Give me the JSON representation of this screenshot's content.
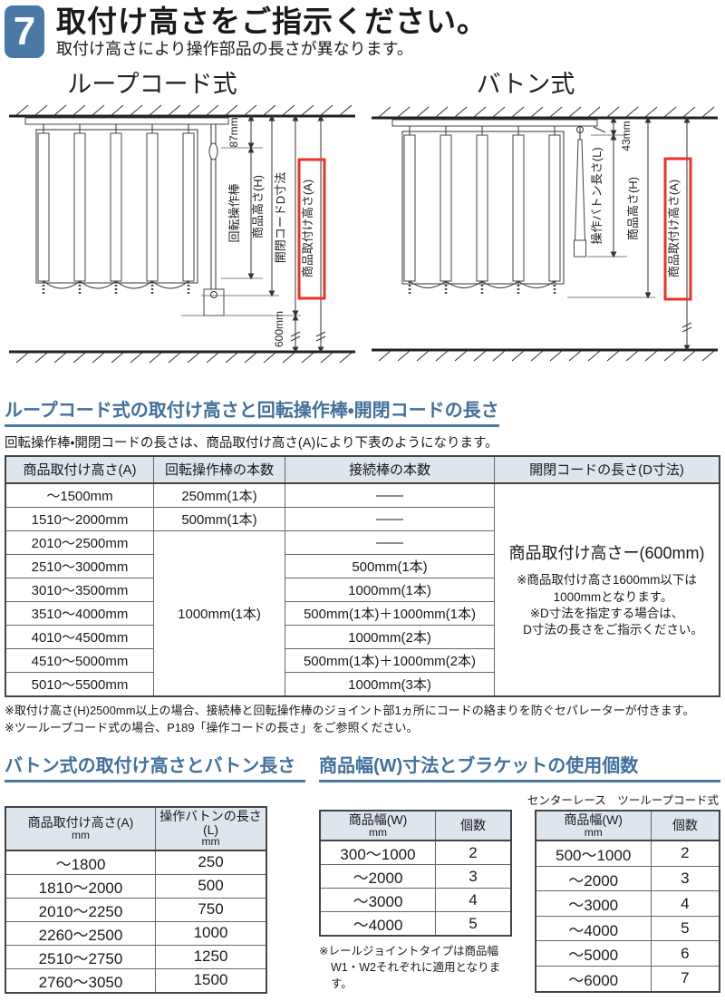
{
  "header": {
    "step_number": "7",
    "title": "取付け高さをご指示ください。",
    "subtitle": "取付け高さにより操作部品の長さが異なります。"
  },
  "colors": {
    "accent_blue": "#4b79a6",
    "heading_blue": "#41719c",
    "table_header_bg": "#dde5ed",
    "highlight_red": "#e8342b"
  },
  "diagrams": {
    "loop_cord": {
      "title": "ループコード式",
      "labels": {
        "top_offset": "87mm",
        "rod": "回転操作棒",
        "product_height": "商品高さ(H)",
        "cord_d": "開閉コードD寸法",
        "install_height": "商品取付け高さ(A)",
        "bottom_offset": "600mm"
      }
    },
    "baton": {
      "title": "バトン式",
      "labels": {
        "top_offset": "43mm",
        "baton_length": "操作バトン長さ(L)",
        "product_height": "商品高さ(H)",
        "install_height": "商品取付け高さ(A)"
      }
    }
  },
  "section_loop": {
    "heading": "ループコード式の取付け高さと回転操作棒・開閉コードの長さ",
    "intro": "回転操作棒・開閉コードの長さは、商品取付け高さ(A)により下表のようになります。",
    "table": {
      "headers": [
        "商品取付け高さ(A)",
        "回転操作棒の本数",
        "接続棒の本数",
        "開閉コードの長さ(D寸法)"
      ],
      "rod_merged": "1000mm(1本)",
      "rows": [
        {
          "height": "～1500mm",
          "rod": "250mm(1本)",
          "joint": "——"
        },
        {
          "height": "1510～2000mm",
          "rod": "500mm(1本)",
          "joint": "——"
        },
        {
          "height": "2010～2500mm",
          "joint": "——"
        },
        {
          "height": "2510～3000mm",
          "joint": "500mm(1本)"
        },
        {
          "height": "3010～3500mm",
          "joint": "1000mm(1本)"
        },
        {
          "height": "3510～4000mm",
          "joint": "500mm(1本)＋1000mm(1本)"
        },
        {
          "height": "4010～4500mm",
          "joint": "1000mm(2本)"
        },
        {
          "height": "4510～5000mm",
          "joint": "500mm(1本)＋1000mm(2本)"
        },
        {
          "height": "5010～5500mm",
          "joint": "1000mm(3本)"
        }
      ],
      "d_cell": {
        "formula": "商品取付け高さー(600mm)",
        "note_lines": [
          "※商品取付け高さ1600mm以下は",
          "1000mmとなります。",
          "※D寸法を指定する場合は、",
          "D寸法の長さをご指示ください。"
        ]
      }
    },
    "notes": [
      "※取付け高さ(H)2500mm以上の場合、接続棒と回転操作棒のジョイント部1ヵ所にコードの絡まりを防ぐセパレーターが付きます。",
      "※ツーループコード式の場合、P189「操作コードの長さ」をご参照ください。"
    ]
  },
  "section_baton": {
    "heading": "バトン式の取付け高さとバトン長さ",
    "table": {
      "col1": {
        "label": "商品取付け高さ(A)",
        "unit": "mm"
      },
      "col2": {
        "label": "操作バトンの長さ(L)",
        "unit": "mm"
      },
      "rows": [
        {
          "height": "～1800",
          "length": "250"
        },
        {
          "height": "1810～2000",
          "length": "500"
        },
        {
          "height": "2010～2250",
          "length": "750"
        },
        {
          "height": "2260～2500",
          "length": "1000"
        },
        {
          "height": "2510～2750",
          "length": "1250"
        },
        {
          "height": "2760～3050",
          "length": "1500"
        }
      ]
    }
  },
  "section_width": {
    "heading": "商品幅(W)寸法とブラケットの使用個数",
    "table1": {
      "col1": {
        "label": "商品幅(W)",
        "unit": "mm"
      },
      "col2": {
        "label": "個数"
      },
      "rows": [
        {
          "width": "300～1000",
          "count": "2"
        },
        {
          "width": "～2000",
          "count": "3"
        },
        {
          "width": "～3000",
          "count": "4"
        },
        {
          "width": "～4000",
          "count": "5"
        }
      ],
      "note_lines": [
        "※レールジョイントタイプは商品幅",
        "W1・W2それぞれに適用となります。"
      ]
    },
    "table2": {
      "caption": "センターレース　ツーループコード式",
      "col1": {
        "label": "商品幅(W)",
        "unit": "mm"
      },
      "col2": {
        "label": "個数"
      },
      "rows": [
        {
          "width": "500～1000",
          "count": "2"
        },
        {
          "width": "～2000",
          "count": "3"
        },
        {
          "width": "～3000",
          "count": "4"
        },
        {
          "width": "～4000",
          "count": "5"
        },
        {
          "width": "～5000",
          "count": "6"
        },
        {
          "width": "～6000",
          "count": "7"
        }
      ]
    }
  }
}
